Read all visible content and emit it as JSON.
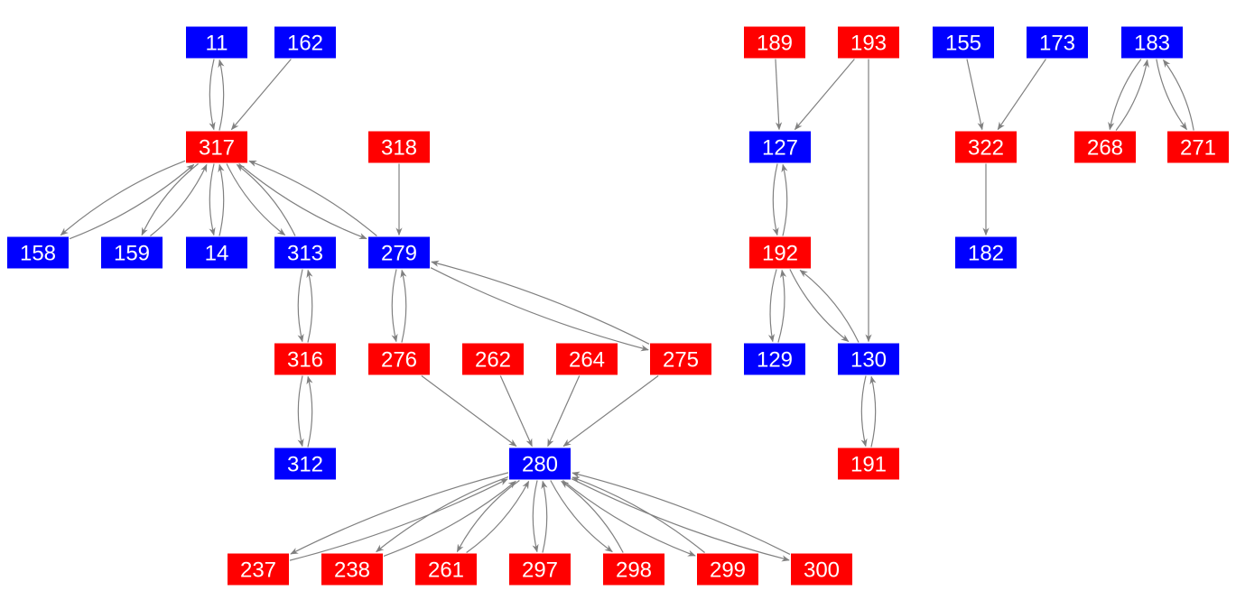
{
  "colors": {
    "red": "#ff0000",
    "blue": "#0000ff",
    "edge": "#808080",
    "label": "#ffffff"
  },
  "nodes": [
    {
      "id": "11",
      "color": "blue"
    },
    {
      "id": "162",
      "color": "blue"
    },
    {
      "id": "189",
      "color": "red"
    },
    {
      "id": "193",
      "color": "red"
    },
    {
      "id": "155",
      "color": "blue"
    },
    {
      "id": "173",
      "color": "blue"
    },
    {
      "id": "183",
      "color": "blue"
    },
    {
      "id": "317",
      "color": "red"
    },
    {
      "id": "318",
      "color": "red"
    },
    {
      "id": "127",
      "color": "blue"
    },
    {
      "id": "322",
      "color": "red"
    },
    {
      "id": "268",
      "color": "red"
    },
    {
      "id": "271",
      "color": "red"
    },
    {
      "id": "158",
      "color": "blue"
    },
    {
      "id": "159",
      "color": "blue"
    },
    {
      "id": "14",
      "color": "blue"
    },
    {
      "id": "313",
      "color": "blue"
    },
    {
      "id": "279",
      "color": "blue"
    },
    {
      "id": "192",
      "color": "red"
    },
    {
      "id": "182",
      "color": "blue"
    },
    {
      "id": "316",
      "color": "red"
    },
    {
      "id": "276",
      "color": "red"
    },
    {
      "id": "262",
      "color": "red"
    },
    {
      "id": "264",
      "color": "red"
    },
    {
      "id": "275",
      "color": "red"
    },
    {
      "id": "129",
      "color": "blue"
    },
    {
      "id": "130",
      "color": "blue"
    },
    {
      "id": "312",
      "color": "blue"
    },
    {
      "id": "280",
      "color": "blue"
    },
    {
      "id": "191",
      "color": "red"
    },
    {
      "id": "237",
      "color": "red"
    },
    {
      "id": "238",
      "color": "red"
    },
    {
      "id": "261",
      "color": "red"
    },
    {
      "id": "297",
      "color": "red"
    },
    {
      "id": "298",
      "color": "red"
    },
    {
      "id": "299",
      "color": "red"
    },
    {
      "id": "300",
      "color": "red"
    }
  ],
  "edges": [
    [
      "11",
      "317"
    ],
    [
      "317",
      "11"
    ],
    [
      "162",
      "317"
    ],
    [
      "317",
      "158"
    ],
    [
      "158",
      "317"
    ],
    [
      "317",
      "159"
    ],
    [
      "159",
      "317"
    ],
    [
      "317",
      "14"
    ],
    [
      "14",
      "317"
    ],
    [
      "317",
      "313"
    ],
    [
      "313",
      "317"
    ],
    [
      "317",
      "279"
    ],
    [
      "279",
      "317"
    ],
    [
      "318",
      "279"
    ],
    [
      "313",
      "316"
    ],
    [
      "316",
      "313"
    ],
    [
      "316",
      "312"
    ],
    [
      "312",
      "316"
    ],
    [
      "279",
      "276"
    ],
    [
      "276",
      "279"
    ],
    [
      "279",
      "275"
    ],
    [
      "275",
      "279"
    ],
    [
      "276",
      "280"
    ],
    [
      "262",
      "280"
    ],
    [
      "264",
      "280"
    ],
    [
      "275",
      "280"
    ],
    [
      "280",
      "237"
    ],
    [
      "237",
      "280"
    ],
    [
      "280",
      "238"
    ],
    [
      "238",
      "280"
    ],
    [
      "280",
      "261"
    ],
    [
      "261",
      "280"
    ],
    [
      "280",
      "297"
    ],
    [
      "297",
      "280"
    ],
    [
      "280",
      "298"
    ],
    [
      "298",
      "280"
    ],
    [
      "280",
      "299"
    ],
    [
      "299",
      "280"
    ],
    [
      "280",
      "300"
    ],
    [
      "300",
      "280"
    ],
    [
      "189",
      "127"
    ],
    [
      "193",
      "127"
    ],
    [
      "193",
      "130"
    ],
    [
      "127",
      "192"
    ],
    [
      "192",
      "127"
    ],
    [
      "192",
      "129"
    ],
    [
      "129",
      "192"
    ],
    [
      "192",
      "130"
    ],
    [
      "130",
      "192"
    ],
    [
      "130",
      "191"
    ],
    [
      "191",
      "130"
    ],
    [
      "155",
      "322"
    ],
    [
      "173",
      "322"
    ],
    [
      "322",
      "182"
    ],
    [
      "183",
      "268"
    ],
    [
      "268",
      "183"
    ],
    [
      "183",
      "271"
    ],
    [
      "271",
      "183"
    ]
  ]
}
